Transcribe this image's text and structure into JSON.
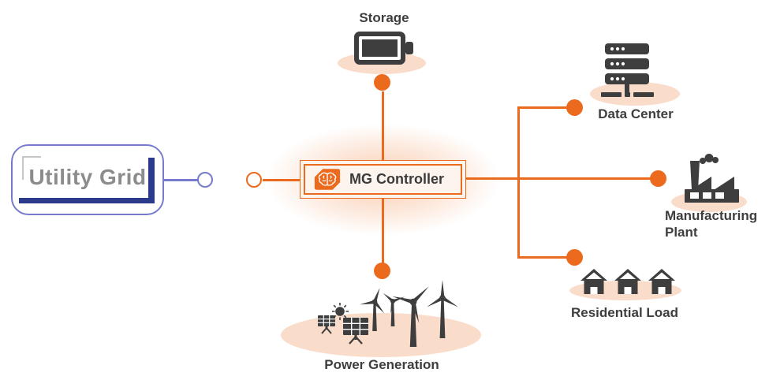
{
  "diagram": {
    "type": "microgrid-topology",
    "colors": {
      "accent_orange": "#eb6a1e",
      "peach_ellipse": "#fadccb",
      "icon_dark_gray": "#3e3e3e",
      "indigo_border": "#767ccb",
      "navy_accent": "#2c3a8c",
      "utility_text_gray": "#8c8c8c",
      "controller_fill": "#fdf4ed"
    },
    "nodes": {
      "utility_grid": {
        "label": "Utility Grid"
      },
      "mg_controller": {
        "label": "MG Controller",
        "icon": "ai-chip-brain-icon"
      },
      "storage": {
        "label": "Storage",
        "icon": "battery-icon"
      },
      "data_center": {
        "label": "Data Center",
        "icon": "server-rack-icon"
      },
      "manufacturing_plant": {
        "label": "Manufacturing Plant",
        "icon": "factory-icon"
      },
      "residential_load": {
        "label": "Residential Load",
        "icon": "houses-icon"
      },
      "power_generation": {
        "label": "Power Generation",
        "icon": "wind-turbines-solar-icon"
      }
    },
    "connections": [
      "utility_grid - open-circuit - mg_controller",
      "mg_controller - storage",
      "mg_controller - power_generation",
      "mg_controller - manufacturing_plant",
      "mg_controller - data_center",
      "mg_controller - residential_load"
    ]
  }
}
